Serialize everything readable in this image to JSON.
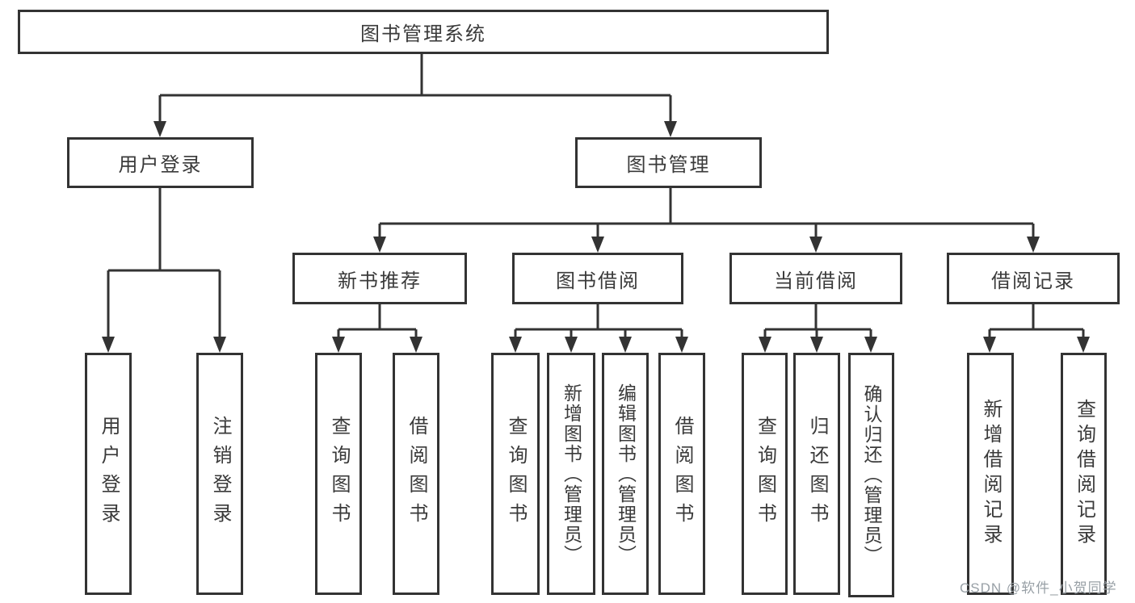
{
  "root": {
    "label": "图书管理系统"
  },
  "user_login": {
    "label": "用户登录",
    "children": [
      {
        "label": "用户登录"
      },
      {
        "label": "注销登录"
      }
    ]
  },
  "book_mgmt": {
    "label": "图书管理",
    "sections": [
      {
        "label": "新书推荐",
        "children": [
          {
            "label": "查询图书"
          },
          {
            "label": "借阅图书"
          }
        ]
      },
      {
        "label": "图书借阅",
        "children": [
          {
            "label": "查询图书"
          },
          {
            "label": "新增图书（管理员）"
          },
          {
            "label": "编辑图书（管理员）"
          },
          {
            "label": "借阅图书"
          }
        ]
      },
      {
        "label": "当前借阅",
        "children": [
          {
            "label": "查询图书"
          },
          {
            "label": "归还图书"
          },
          {
            "label": "确认归还（管理员）"
          }
        ]
      },
      {
        "label": "借阅记录",
        "children": [
          {
            "label": "新增借阅记录"
          },
          {
            "label": "查询借阅记录"
          }
        ]
      }
    ]
  },
  "watermark": "CSDN @软件_小贺同学",
  "colors": {
    "line": "#333333",
    "text": "#3a3a3a",
    "watermark": "#98a0a6"
  }
}
